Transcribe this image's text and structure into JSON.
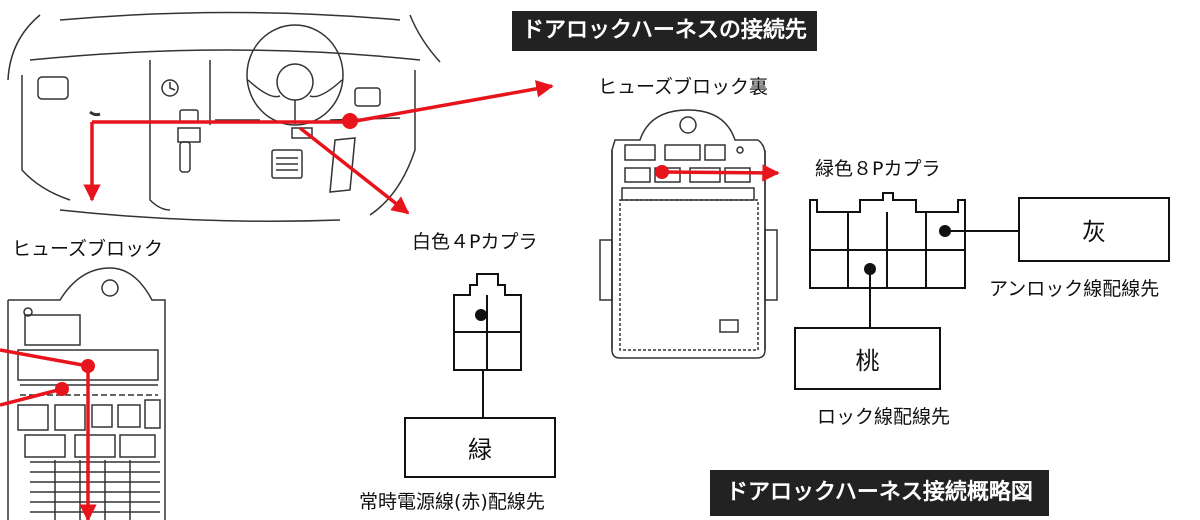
{
  "title_main": "ドアロックハーネスの接続先",
  "title_schematic": "ドアロックハーネス接続概略図",
  "labels": {
    "fuse_block_back": "ヒューズブロック裏",
    "fuse_block": "ヒューズブロック",
    "white_coupler": "白色４Pカプラ",
    "green_coupler": "緑色８Pカプラ"
  },
  "wires": {
    "green": {
      "color": "緑",
      "caption": "常時電源線(赤)配線先"
    },
    "pink": {
      "color": "桃",
      "caption": "ロック線配線先"
    },
    "gray": {
      "color": "灰",
      "caption": "アンロック線配線先"
    }
  },
  "colors": {
    "arrow": "#e8141c",
    "line": "#222222",
    "banner_bg": "#222222"
  }
}
